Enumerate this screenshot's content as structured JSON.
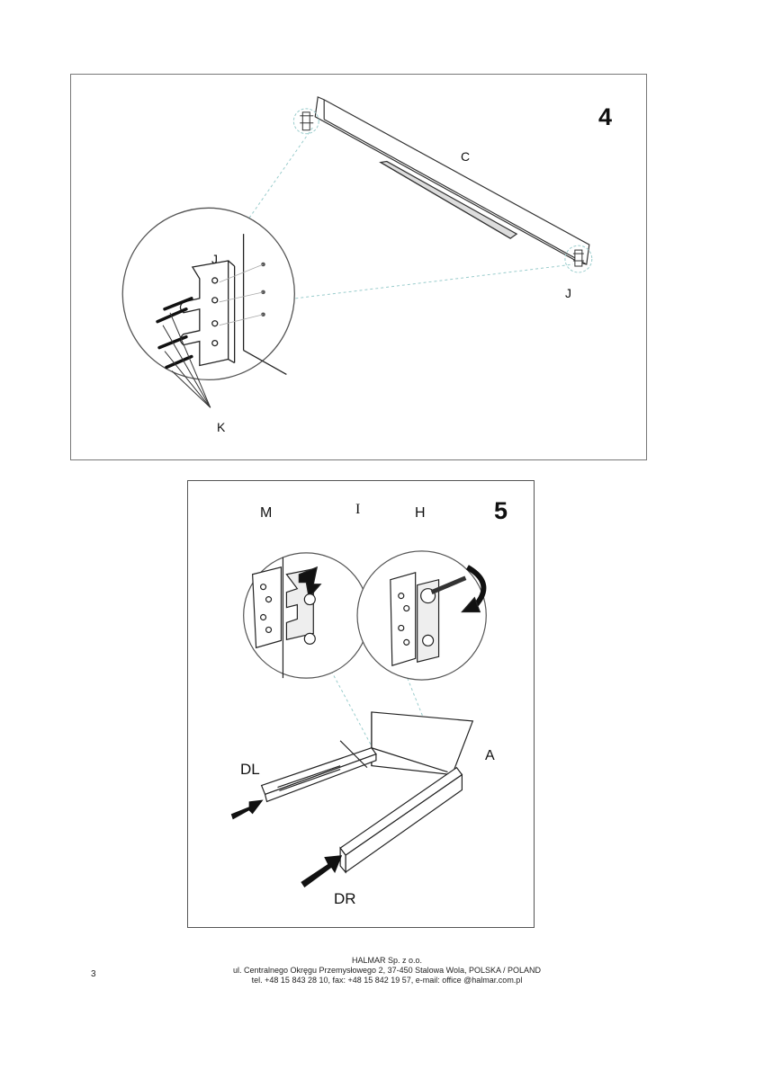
{
  "step4": {
    "number": "4",
    "labels": {
      "c": "C",
      "j_detail": "J",
      "j_end": "J",
      "k": "K"
    }
  },
  "step5": {
    "number": "5",
    "labels": {
      "m": "M",
      "i": "I",
      "h": "H",
      "a": "A",
      "dl": "DL",
      "dr": "DR"
    }
  },
  "footer": {
    "company": "HALMAR Sp. z o.o.",
    "address": "ul. Centralnego Okręgu Przemysłowego 2, 37-450 Stalowa Wola, POLSKA / POLAND",
    "contact": "tel. +48 15 843 28 10, fax: +48 15 842 19 57, e-mail: office @halmar.com.pl"
  },
  "page_number": "3"
}
